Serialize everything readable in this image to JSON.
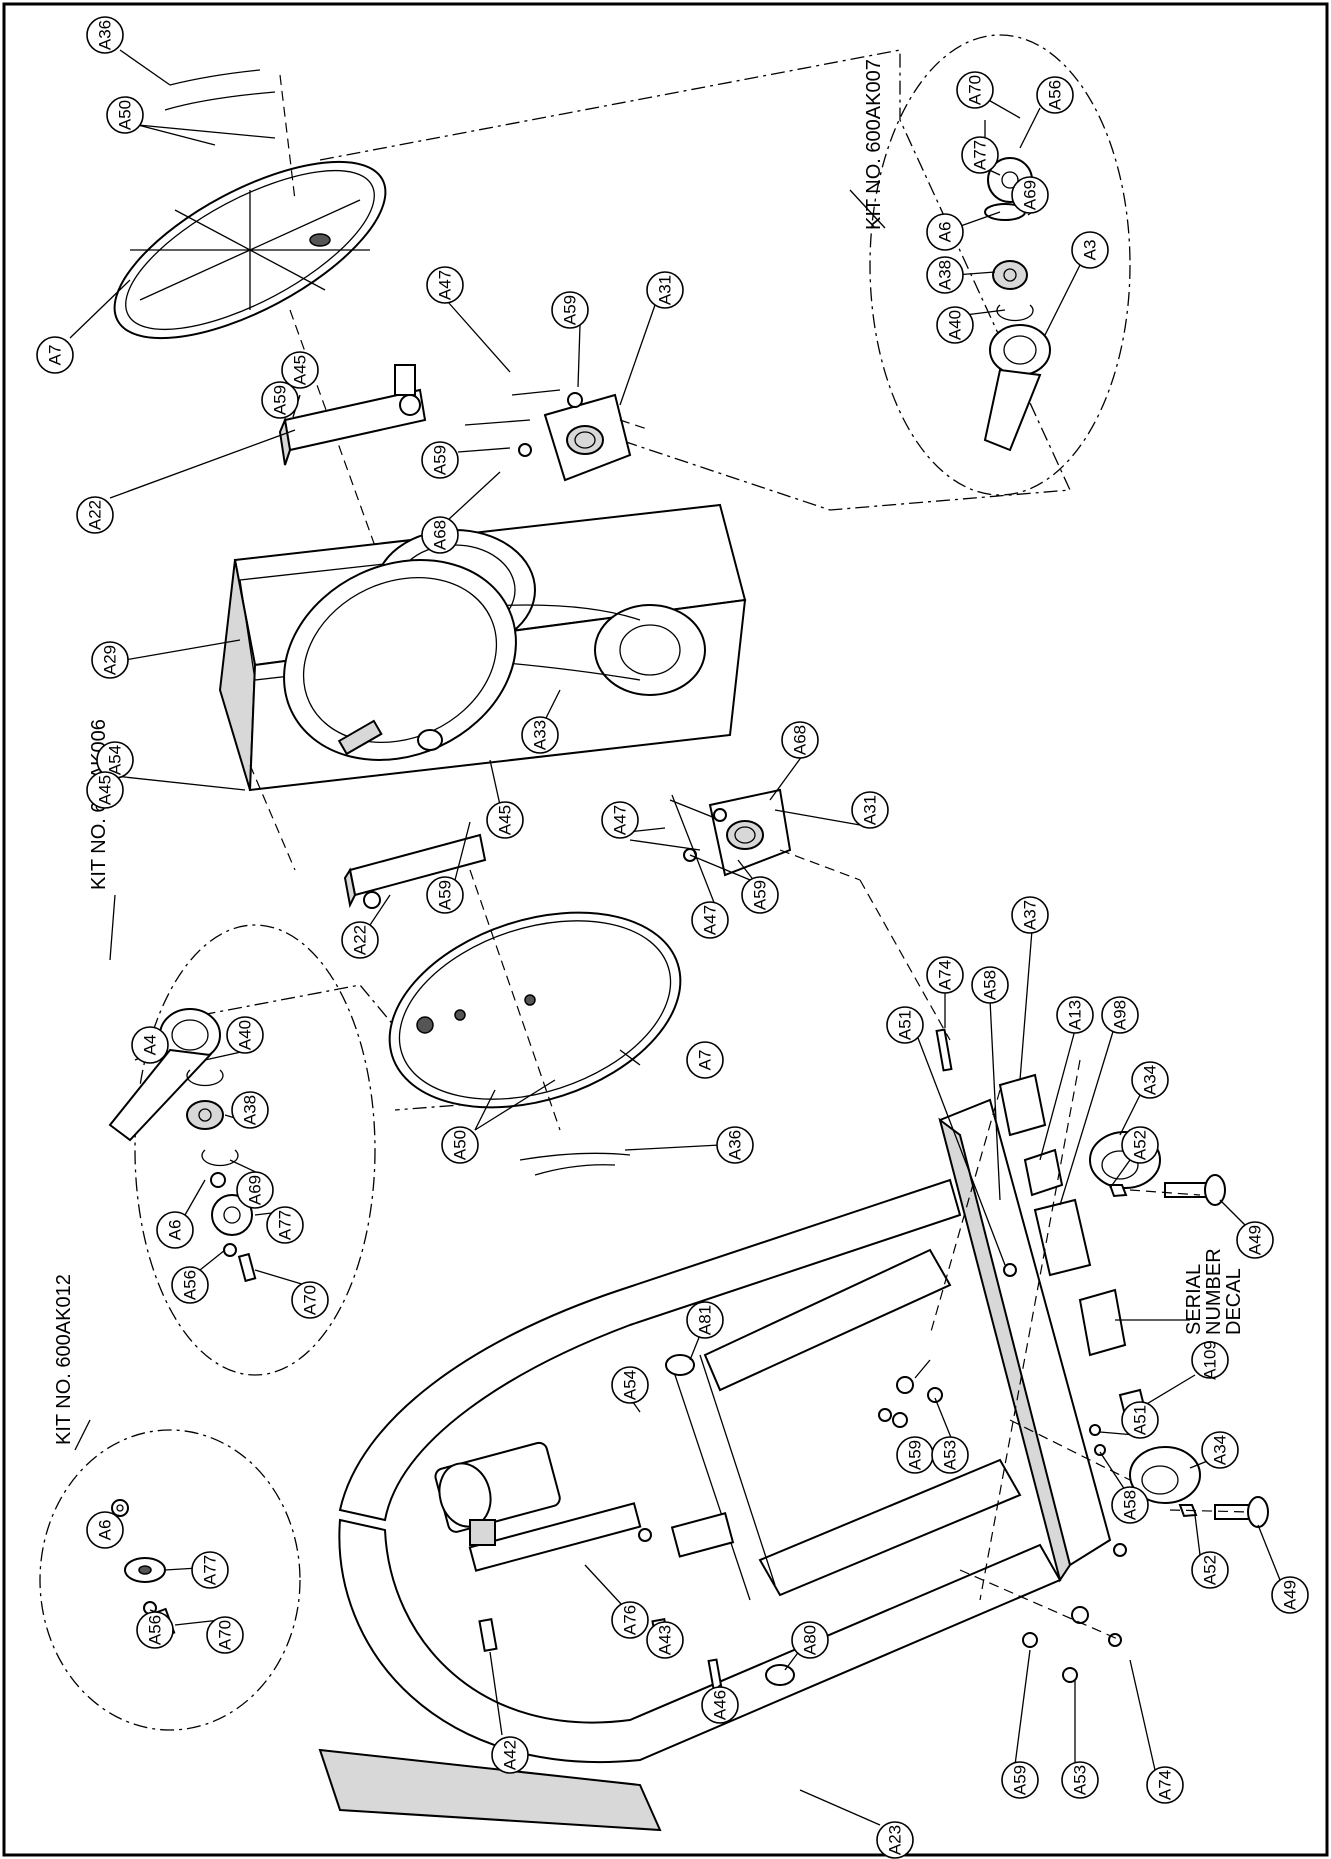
{
  "kits": {
    "kit_a": "KIT NO. 600AK007",
    "kit_b": "KIT NO. 600AK006",
    "kit_c": "KIT NO. 600AK012"
  },
  "decal": {
    "line1": "SERIAL",
    "line2": "NUMBER",
    "line3": "DECAL"
  },
  "callouts": [
    "A36",
    "A50",
    "A7",
    "A45",
    "A59",
    "A22",
    "A47",
    "A59",
    "A31",
    "A59",
    "A68",
    "A29",
    "A54",
    "A45",
    "A22",
    "A45",
    "A59",
    "A33",
    "A47",
    "A68",
    "A31",
    "A59",
    "A47",
    "A70",
    "A56",
    "A77",
    "A69",
    "A6",
    "A38",
    "A40",
    "A3",
    "A4",
    "A40",
    "A38",
    "A69",
    "A6",
    "A77",
    "A56",
    "A70",
    "A6",
    "A77",
    "A56",
    "A70",
    "A7",
    "A36",
    "A50",
    "A74",
    "A58",
    "A37",
    "A13",
    "A98",
    "A34",
    "A52",
    "A49",
    "A51",
    "A81",
    "A54",
    "A59",
    "A53",
    "A109",
    "A51",
    "A58",
    "A34",
    "A52",
    "A49",
    "A76",
    "A43",
    "A46",
    "A80",
    "A42",
    "A23",
    "A59",
    "A53",
    "A74"
  ]
}
